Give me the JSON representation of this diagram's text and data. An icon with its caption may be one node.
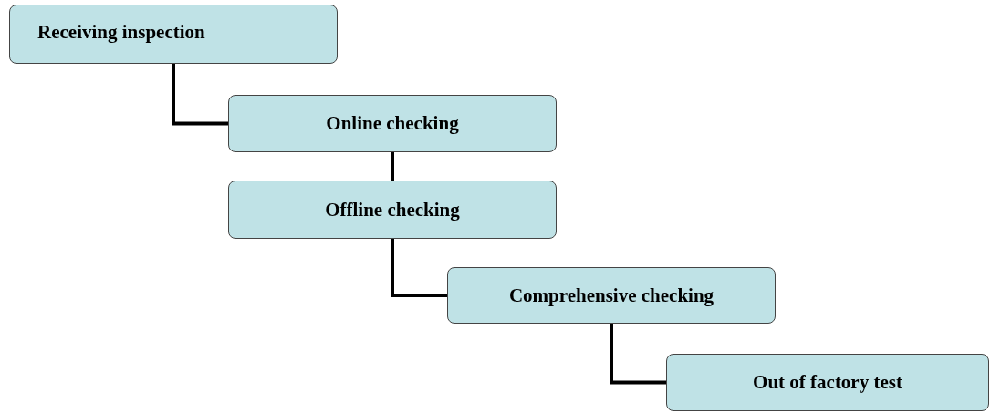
{
  "diagram": {
    "nodes": [
      {
        "text": [
          "Receiving inspection"
        ]
      },
      {
        "text": [
          "Online checking"
        ]
      },
      {
        "text": [
          "Offline checking"
        ]
      },
      {
        "text": [
          "Comprehensive checking"
        ]
      },
      {
        "text": [
          "Out of factory test"
        ]
      }
    ],
    "edges": [
      {
        "from": 0,
        "to": 1,
        "arrow": "none"
      },
      {
        "from": 1,
        "to": 2,
        "arrow": "none"
      },
      {
        "from": 2,
        "to": 3,
        "arrow": "none"
      },
      {
        "from": 3,
        "to": 4,
        "arrow": "none"
      }
    ]
  }
}
